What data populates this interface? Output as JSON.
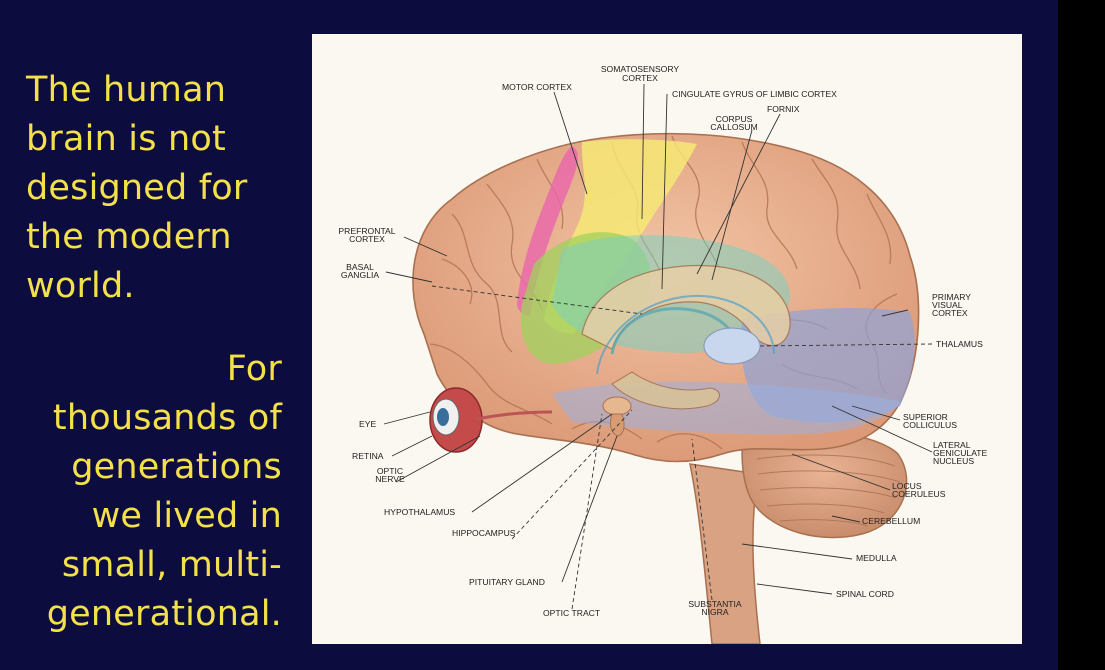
{
  "slide": {
    "paragraph1": [
      "The human",
      "brain is not",
      "designed for",
      "the modern",
      "world."
    ],
    "paragraph2": [
      "For",
      "thousands of",
      "generations",
      "we lived in",
      "small, multi-",
      "generational."
    ],
    "text_color": "#f4e14a",
    "background_color": "#0c0c3e"
  },
  "diagram": {
    "labels": {
      "somatosensory": [
        "SOMATOSENSORY",
        "CORTEX"
      ],
      "motor": [
        "MOTOR CORTEX"
      ],
      "cingulate": [
        "CINGULATE GYRUS OF LIMBIC CORTEX"
      ],
      "fornix": [
        "FORNIX"
      ],
      "corpus": [
        "CORPUS",
        "CALLOSUM"
      ],
      "prefrontal": [
        "PREFRONTAL",
        "CORTEX"
      ],
      "basal": [
        "BASAL",
        "GANGLIA"
      ],
      "primary_visual": [
        "PRIMARY",
        "VISUAL",
        "CORTEX"
      ],
      "thalamus": [
        "THALAMUS"
      ],
      "eye": [
        "EYE"
      ],
      "superior": [
        "SUPERIOR",
        "COLLICULUS"
      ],
      "lateral": [
        "LATERAL",
        "GENICULATE",
        "NUCLEUS"
      ],
      "retina": [
        "RETINA"
      ],
      "optic_nerve": [
        "OPTIC",
        "NERVE"
      ],
      "locus": [
        "LOCUS",
        "COERULEUS"
      ],
      "hypothalamus": [
        "HYPOTHALAMUS"
      ],
      "cerebellum": [
        "CEREBELLUM"
      ],
      "hippocampus": [
        "HIPPOCAMPUS"
      ],
      "medulla": [
        "MEDULLA"
      ],
      "pituitary": [
        "PITUITARY GLAND"
      ],
      "spinal": [
        "SPINAL CORD"
      ],
      "substantia": [
        "SUBSTANTIA",
        "NIGRA"
      ],
      "optic_tract": [
        "OPTIC TRACT"
      ]
    }
  }
}
